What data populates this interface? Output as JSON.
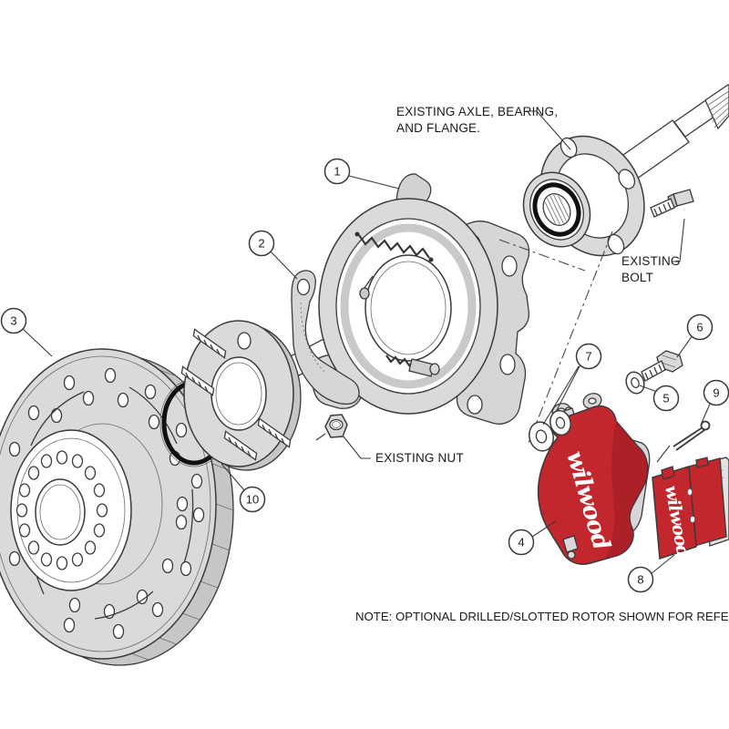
{
  "diagram": {
    "note": "NOTE: OPTIONAL DRILLED/SLOTTED ROTOR SHOWN FOR REFERENCE PURPOSES",
    "brand_logo": "wilwood",
    "labels": {
      "axle_line1": "EXISTING AXLE, BEARING,",
      "axle_line2": "AND FLANGE.",
      "bolt_line1": "EXISTING",
      "bolt_line2": "BOLT",
      "nut": "EXISTING NUT"
    },
    "callouts": [
      "1",
      "2",
      "3",
      "4",
      "5",
      "6",
      "7",
      "8",
      "9",
      "10"
    ],
    "colors": {
      "caliper_red": "#c1272d",
      "caliper_red_shadow": "#9f1c24",
      "line": "#3a3a3a",
      "part_gray": "#dadadc",
      "shade_gray": "#c6c6c9",
      "background": "#ffffff",
      "oring_black": "#111111"
    }
  }
}
